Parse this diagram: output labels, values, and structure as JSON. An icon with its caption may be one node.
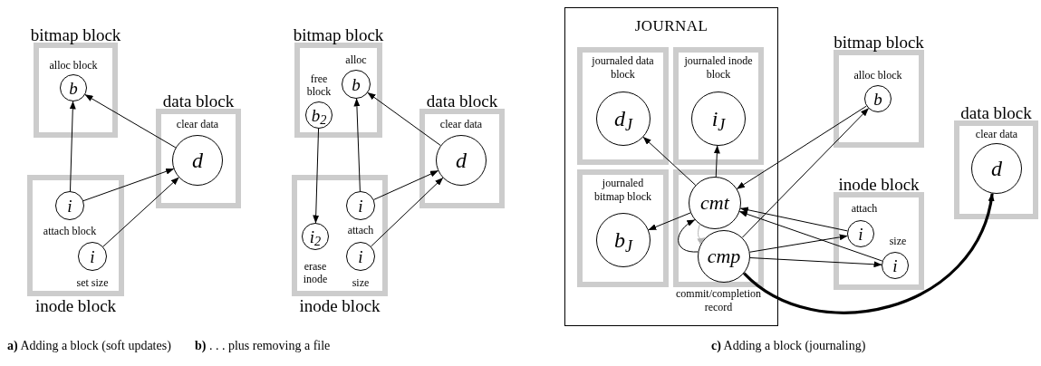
{
  "diagram": {
    "nodes": [
      {
        "text": [
          "bitmap block"
        ]
      },
      {
        "text": [
          "b"
        ],
        "in": 0,
        "beside": [
          "alloc block"
        ]
      },
      {
        "text": [
          "data block"
        ]
      },
      {
        "text": [
          "d"
        ],
        "in": 2,
        "beside": [
          "clear data"
        ]
      },
      {
        "text": [
          "inode block"
        ]
      },
      {
        "text": [
          "i"
        ],
        "in": 4,
        "beside": [
          "attach block"
        ]
      },
      {
        "text": [
          "i"
        ],
        "in": 4,
        "beside": [
          "set size"
        ]
      },
      {
        "text": [
          "bitmap block"
        ]
      },
      {
        "text": [
          "b$_{2}$"
        ],
        "in": 7,
        "beside": [
          "free block"
        ]
      },
      {
        "text": [
          "b"
        ],
        "in": 7,
        "beside": [
          "alloc"
        ]
      },
      {
        "text": [
          "data block"
        ]
      },
      {
        "text": [
          "d"
        ],
        "in": 10,
        "beside": [
          "clear data"
        ]
      },
      {
        "text": [
          "inode block"
        ]
      },
      {
        "text": [
          "i$_{2}$"
        ],
        "in": 12,
        "beside": [
          "erase inode"
        ]
      },
      {
        "text": [
          "i"
        ],
        "in": 12,
        "beside": [
          "attach"
        ]
      },
      {
        "text": [
          "i"
        ],
        "in": 12,
        "beside": [
          "size"
        ]
      },
      {
        "text": [
          "JOURNAL"
        ]
      },
      {
        "text": [
          "journaled data block"
        ],
        "in": 16
      },
      {
        "text": [
          "d$_{J}$"
        ],
        "in": 17
      },
      {
        "text": [
          "journaled inode block"
        ],
        "in": 16
      },
      {
        "text": [
          "i$_{J}$"
        ],
        "in": 19
      },
      {
        "text": [
          "journaled bitmap block"
        ],
        "in": 16
      },
      {
        "text": [
          "b$_{J}$"
        ],
        "in": 21
      },
      {
        "text": [
          "commit/completion record"
        ],
        "in": 16
      },
      {
        "text": [
          "cmt"
        ],
        "in": 23
      },
      {
        "text": [
          "cmp"
        ],
        "in": 23
      },
      {
        "text": [
          "bitmap block"
        ]
      },
      {
        "text": [
          "b"
        ],
        "in": 26,
        "beside": [
          "alloc block"
        ]
      },
      {
        "text": [
          "inode block"
        ]
      },
      {
        "text": [
          "i"
        ],
        "in": 28,
        "beside": [
          "attach"
        ]
      },
      {
        "text": [
          "i"
        ],
        "in": 28,
        "beside": [
          "size"
        ]
      },
      {
        "text": [
          "data block"
        ]
      },
      {
        "text": [
          "d"
        ],
        "in": 31,
        "beside": [
          "clear data"
        ]
      }
    ],
    "edges": [
      {
        "from": 5,
        "to": 1,
        "arrow": "to"
      },
      {
        "from": 3,
        "to": 1,
        "arrow": "to"
      },
      {
        "from": 5,
        "to": 3,
        "arrow": "to"
      },
      {
        "from": 6,
        "to": 3,
        "arrow": "to"
      },
      {
        "from": 8,
        "to": 13,
        "arrow": "to"
      },
      {
        "from": 14,
        "to": 9,
        "arrow": "to"
      },
      {
        "from": 11,
        "to": 9,
        "arrow": "to"
      },
      {
        "from": 14,
        "to": 11,
        "arrow": "to"
      },
      {
        "from": 15,
        "to": 11,
        "arrow": "to"
      },
      {
        "from": 24,
        "to": 18,
        "arrow": "to"
      },
      {
        "from": 24,
        "to": 20,
        "arrow": "to"
      },
      {
        "from": 24,
        "to": 22,
        "arrow": "to"
      },
      {
        "from": 27,
        "to": 24,
        "arrow": "to"
      },
      {
        "from": 25,
        "to": 27,
        "arrow": "to"
      },
      {
        "from": 29,
        "to": 24,
        "arrow": "to"
      },
      {
        "from": 25,
        "to": 29,
        "arrow": "to"
      },
      {
        "from": 30,
        "to": 24,
        "arrow": "to"
      },
      {
        "from": 25,
        "to": 30,
        "arrow": "to"
      },
      {
        "from": 25,
        "to": 32,
        "arrow": "to",
        "style": "thick"
      },
      {
        "from": 25,
        "to": 24,
        "arrow": "to"
      },
      {
        "from": 24,
        "to": 25,
        "arrow": "to",
        "color": "#b3b3b3"
      }
    ],
    "labels": [
      "**a)** Adding a block (soft updates)",
      "**b)** . . . plus removing a file",
      "**c)** Adding a block (journaling)"
    ]
  }
}
